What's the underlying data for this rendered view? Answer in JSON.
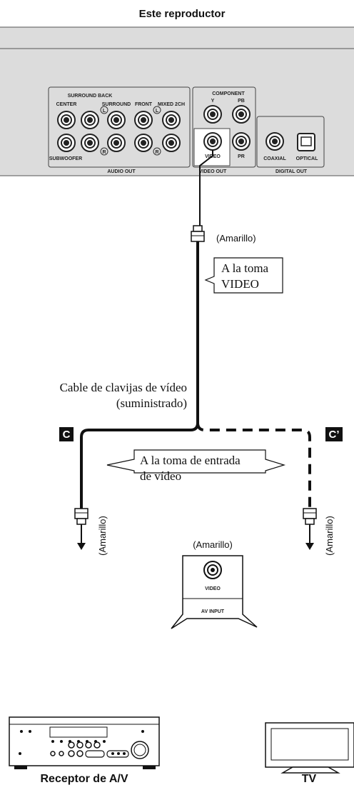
{
  "title": "Este reproductor",
  "jacks": {
    "center": "CENTER",
    "surround_back": "SURROUND BACK",
    "surround": "SURROUND",
    "front": "FRONT",
    "mixed_2ch": "MIXED 2CH",
    "subwoofer": "SUBWOOFER",
    "audio_out": "AUDIO OUT",
    "component": "COMPONENT",
    "y": "Y",
    "pb": "PB",
    "pr": "PR",
    "video": "VIDEO",
    "video_out": "VIDEO OUT",
    "coaxial": "COAXIAL",
    "optical": "OPTICAL",
    "digital_out": "DIGITAL OUT",
    "left": "L",
    "right": "R"
  },
  "cable": {
    "plug_color_top": "(Amarillo)",
    "callout_video_line1": "A la toma",
    "callout_video_line2": "VIDEO",
    "name_line1": "Cable de clavijas de vídeo",
    "name_line2": "(suministrado)",
    "badge_c": "C",
    "badge_c_prime": "C’",
    "callout_input_line1": "A la toma de entrada",
    "callout_input_line2": "de vídeo",
    "plug_color_left": "(Amarillo)",
    "plug_color_right": "(Amarillo)"
  },
  "av_input": {
    "color": "(Amarillo)",
    "video": "VIDEO",
    "label": "AV INPUT"
  },
  "devices": {
    "receiver": "Receptor de A/V",
    "tv": "TV"
  }
}
